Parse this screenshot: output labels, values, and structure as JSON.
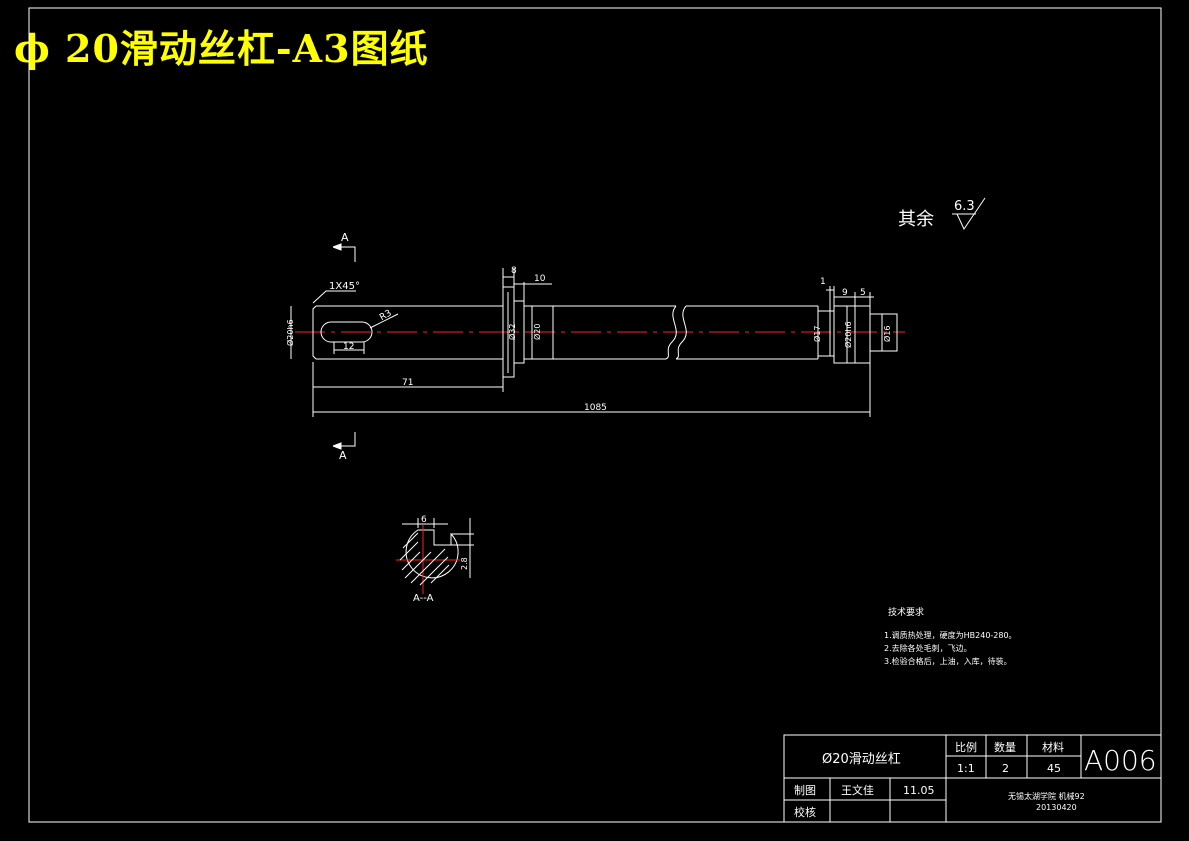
{
  "banner_title": "ϕ 20滑动丝杠-A3图纸",
  "roughness": {
    "label": "其余",
    "value": "6.3"
  },
  "section_marks": {
    "top": "A",
    "bottom": "A",
    "section_label": "A--A"
  },
  "dimensions": {
    "chamfer": "1X45°",
    "slot_radius": "R3",
    "slot_length": "12",
    "d_left": "Ø20h6",
    "collar_width": "8",
    "collar_gap": "10",
    "d_collar": "Ø32",
    "d_neck": "Ø20",
    "len_71": "71",
    "total_len": "1085",
    "right_1": "1",
    "right_9": "9",
    "right_5": "5",
    "d_17": "Ø17",
    "d_right": "Ø20h6",
    "d_end": "Ø16",
    "sec_width": "6",
    "sec_depth": "2.8"
  },
  "tech_requirements": {
    "heading": "技术要求",
    "items": [
      "1.调质热处理，硬度为HB240-280。",
      "2.去除各处毛刺，飞边。",
      "3.检验合格后，上油，入库，待装。"
    ]
  },
  "title_block": {
    "part_name": "Ø20滑动丝杠",
    "scale_header": "比例",
    "qty_header": "数量",
    "material_header": "材料",
    "drawing_no": "A006",
    "scale": "1:1",
    "qty": "2",
    "material": "45",
    "drawn_label": "制图",
    "drawn_by": "王文佳",
    "drawn_date": "11.05",
    "checked_label": "校核",
    "school": "无锡太湖学院 机械92",
    "student_id": "20130420"
  }
}
